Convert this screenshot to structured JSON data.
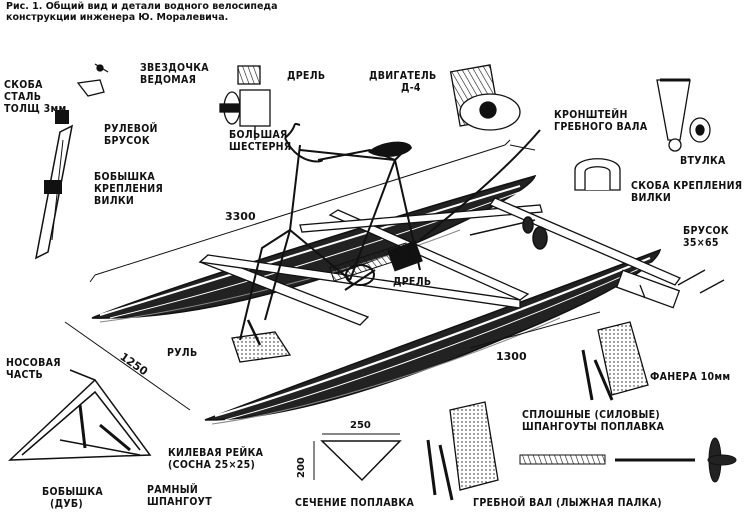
{
  "caption": "Рис. 1. Общий вид и детали водного велосипеда конструкции инженера Ю. Моралевича.",
  "labels": {
    "skoba_stal_1": "СКОБА",
    "skoba_stal_2": "СТАЛЬ",
    "skoba_stal_3": "ТОЛЩ 3мм",
    "rulevoy_1": "РУЛЕВОЙ",
    "rulevoy_2": "БРУСОК",
    "bobyshka_vilki_1": "БОБЫШКА",
    "bobyshka_vilki_2": "КРЕПЛЕНИЯ",
    "bobyshka_vilki_3": "ВИЛКИ",
    "zvezdochka_1": "ЗВЕЗДОЧКА",
    "zvezdochka_2": "ВЕДОМАЯ",
    "drel_top": "ДРЕЛЬ",
    "bolshaya_1": "БОЛЬШАЯ",
    "bolshaya_2": "ШЕСТЕРНЯ",
    "dvigatel_1": "ДВИГАТЕЛЬ",
    "dvigatel_2": "Д-4",
    "kronshtein_1": "КРОНШТЕЙН",
    "kronshtein_2": "ГРЕБНОГО ВАЛА",
    "vtulka": "ВТУЛКА",
    "skoba_vilki_1": "СКОБА КРЕПЛЕНИЯ",
    "skoba_vilki_2": "ВИЛКИ",
    "brusok_1": "БРУСОК",
    "brusok_2": "35×65",
    "drel_mid": "ДРЕЛЬ",
    "rul": "РУЛЬ",
    "nosovaya_1": "НОСОВАЯ",
    "nosovaya_2": "ЧАСТЬ",
    "faner": "ФАНЕРА 10мм",
    "sploshnye_1": "СПЛОШНЫЕ (СИЛОВЫЕ)",
    "sploshnye_2": "ШПАНГОУТЫ ПОПЛАВКА",
    "kilevaya_1": "КИЛЕВАЯ РЕЙКА",
    "kilevaya_2": "(СОСНА 25×25)",
    "ramny_1": "РАМНЫЙ",
    "ramny_2": "ШПАНГОУТ",
    "bobyshka_dub_1": "БОБЫШКА",
    "bobyshka_dub_2": "(ДУБ)",
    "sechenie": "СЕЧЕНИЕ ПОПЛАВКА",
    "grebnoy_val": "ГРЕБНОЙ ВАЛ (ЛЫЖНАЯ ПАЛКА)"
  },
  "dimensions": {
    "length": "3300",
    "width": "1250",
    "spacing": "1300",
    "section_width": "250",
    "section_height": "200"
  }
}
